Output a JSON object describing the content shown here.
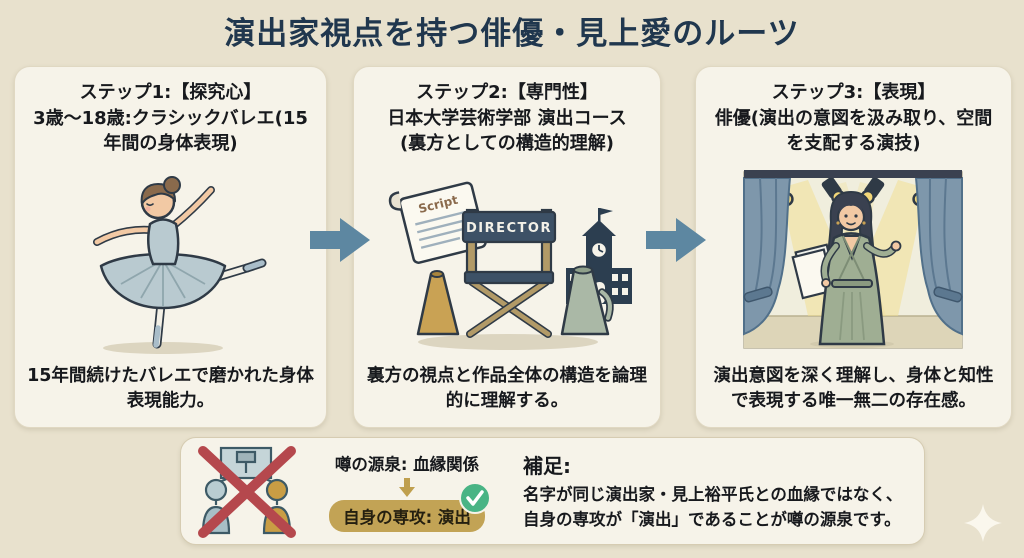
{
  "page": {
    "title": "演出家視点を持つ俳優・見上愛のルーツ",
    "background_color": "#e8e1cd",
    "title_color": "#20374e"
  },
  "steps": [
    {
      "heading": "ステップ1:【探究心】\n3歳〜18歳:クラシックバレエ(15年間の身体表現)",
      "illustration": "ballerina-illustration",
      "caption": "15年間続けたバレエで磨かれた身体表現能力。"
    },
    {
      "heading": "ステップ2:【専門性】\n日本大学芸術学部 演出コース\n(裏方としての構造的理解)",
      "illustration": "director-chair-illustration",
      "script_label": "Script",
      "chair_label": "DIRECTOR",
      "caption": "裏方の視点と作品全体の構造を論理的に理解する。"
    },
    {
      "heading": "ステップ3:【表現】\n俳優(演出の意図を汲み取り、空間を支配する演技)",
      "illustration": "actress-on-stage-illustration",
      "caption": "演出意図を深く理解し、身体と知性で表現する唯一無二の存在感。"
    }
  ],
  "footnote": {
    "rumor_source": "噂の源泉: 血縁関係",
    "own_major": "自身の専攻: 演出",
    "note_heading": "補足:",
    "note_lines": [
      "名字が同じ演出家・見上裕平氏との血縁ではなく、",
      "自身の専攻が「演出」であることが噂の源泉です。"
    ]
  },
  "icons": {
    "flow_arrow": "right-arrow",
    "down_arrow": "↓",
    "x_mark": "✕",
    "check": "✓",
    "sparkle": "✦"
  },
  "colors": {
    "panel_bg": "#f6f3e9",
    "arrow_blue": "#5d87a1",
    "x_red": "#b5484d",
    "check_green": "#49b485",
    "pill_gold": "#c2a355",
    "navy": "#2c3e50",
    "tutu_blue": "#b9cad0",
    "dress_green": "#9fae93"
  }
}
